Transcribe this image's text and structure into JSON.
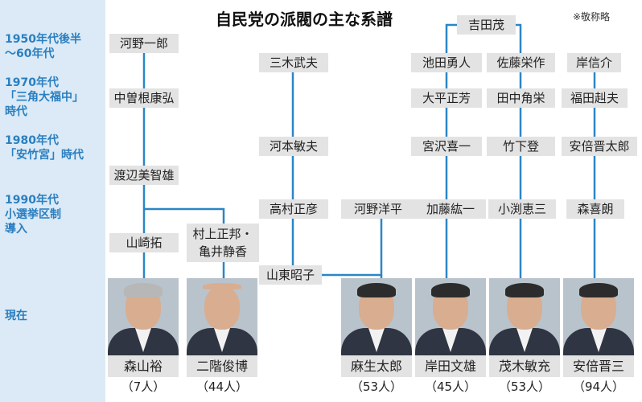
{
  "title": "自民党の派閥の主な系譜",
  "note": "※敬称略",
  "eras": [
    "1950年代後半\n～60年代",
    "1970年代\n「三角大福中」\n時代",
    "1980年代\n「安竹宮」時代",
    "1990年代\n小選挙区制\n導入",
    "現在"
  ],
  "names": {
    "yoshida": "吉田茂",
    "kono_ichiro": "河野一郎",
    "miki": "三木武夫",
    "ikeda": "池田勇人",
    "sato": "佐藤栄作",
    "kishi": "岸信介",
    "nakasone": "中曽根康弘",
    "ohira": "大平正芳",
    "tanaka": "田中角栄",
    "fukuda": "福田赳夫",
    "komoto": "河本敏夫",
    "miyazawa": "宮沢喜一",
    "takeshita": "竹下登",
    "abe_shintaro": "安倍晋太郎",
    "watanabe": "渡辺美智雄",
    "komura": "高村正彦",
    "kono_yohei": "河野洋平",
    "kato": "加藤紘一",
    "obuchi": "小渕恵三",
    "mori": "森喜朗",
    "yamasaki": "山崎拓",
    "murakami": "村上正邦・\n亀井静香",
    "santo": "山東昭子"
  },
  "leaders": [
    {
      "name": "森山裕",
      "count": "（7人）"
    },
    {
      "name": "二階俊博",
      "count": "（44人）"
    },
    {
      "name": "麻生太郎",
      "count": "（53人）"
    },
    {
      "name": "岸田文雄",
      "count": "（45人）"
    },
    {
      "name": "茂木敏充",
      "count": "（53人）"
    },
    {
      "name": "安倍晋三",
      "count": "（94人）"
    }
  ],
  "colors": {
    "line": "#2a86c6",
    "era_bg": "#dbeaf6",
    "era_text": "#2a7fc0",
    "box_bg": "#e3e3e3"
  }
}
